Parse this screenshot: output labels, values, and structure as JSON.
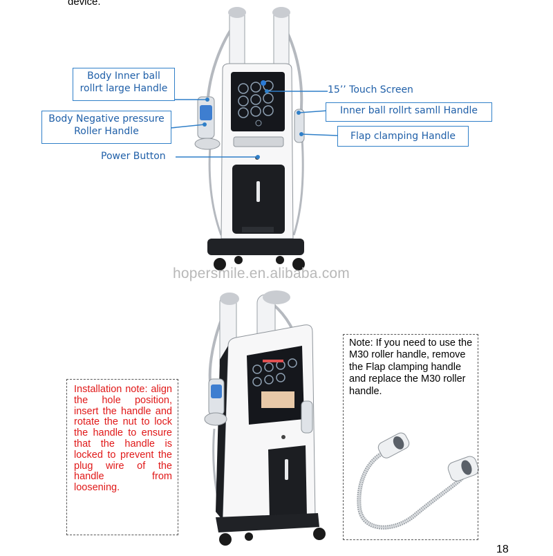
{
  "intro_fragment": "device.",
  "callouts": {
    "body_inner_ball": "Body Inner ball rollrt large Handle",
    "body_negative": "Body Negative pressure Roller Handle",
    "power_button": "Power Button",
    "touch_screen": "15’’ Touch Screen",
    "inner_ball_small": "Inner ball rollrt samll Handle",
    "flap_clamping": "Flap clamping Handle"
  },
  "watermark": "hopersmile.en.alibaba.com",
  "installation_note": "Installation note: align the hole position, insert the handle and rotate the nut to lock the handle to ensure that the handle is locked to prevent the plug wire of the handle from loosening.",
  "m30_note": "Note: If you need to use the M30 roller handle, remove the Flap clamping handle and replace the M30 roller handle.",
  "page_number": "18",
  "colors": {
    "callout": "#1f5fa8",
    "note_red": "#e01818"
  }
}
